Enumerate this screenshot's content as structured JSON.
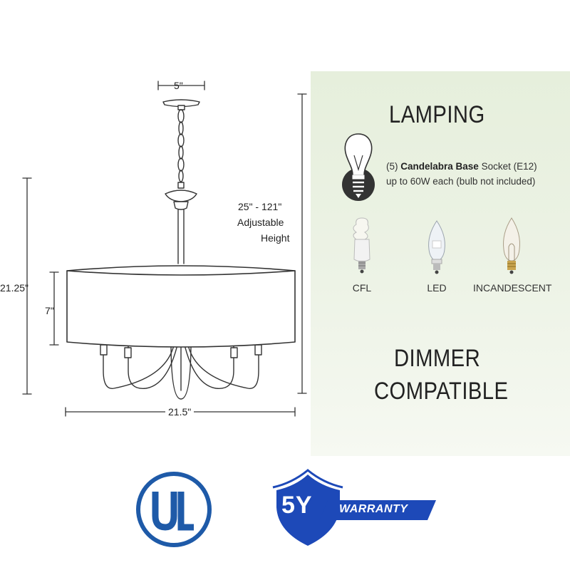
{
  "dimensions": {
    "canopy_width": "5\"",
    "adjustable_height": "25\" - 121\"",
    "adjustable_word": "Adjustable",
    "height_word": "Height",
    "overall_height": "21.25\"",
    "shade_height": "7\"",
    "overall_width": "21.5\""
  },
  "lamping": {
    "title": "LAMPING",
    "socket_prefix": "(5)",
    "socket_bold": "Candelabra Base",
    "socket_suffix": "Socket (E12)",
    "wattage": "up to 60W each (bulb not included)",
    "bulbs": [
      {
        "label": "CFL",
        "icon": "cfl-bulb-icon"
      },
      {
        "label": "LED",
        "icon": "led-bulb-icon"
      },
      {
        "label": "INCANDESCENT",
        "icon": "incandescent-bulb-icon"
      }
    ]
  },
  "dimmer": {
    "line1": "DIMMER",
    "line2": "COMPATIBLE"
  },
  "badges": {
    "ul_letters": "UL",
    "ul_mark": "®",
    "warranty_years": "5Y",
    "warranty_word": "WARRANTY"
  },
  "colors": {
    "panel": "#e9f1e1",
    "ul_blue": "#1e5aa8",
    "warranty_blue": "#1d49b8",
    "line": "#333333"
  }
}
